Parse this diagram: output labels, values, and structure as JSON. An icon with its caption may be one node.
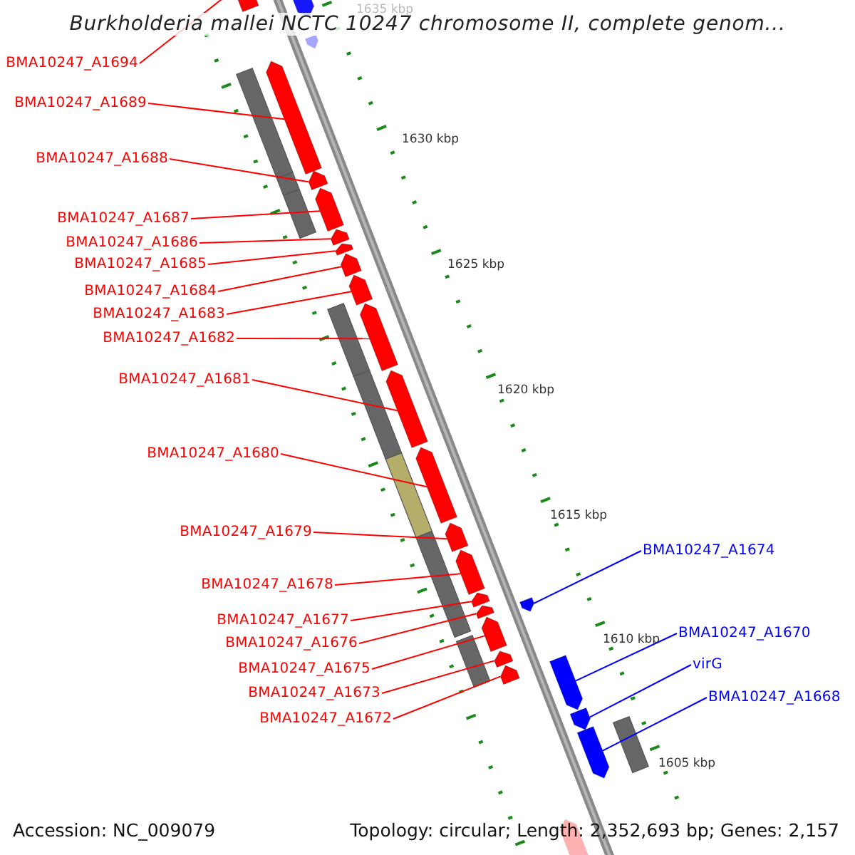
{
  "diagram": {
    "title": "Burkholderia mallei NCTC 10247 chromosome II, complete genom...",
    "nodes": [
      {
        "text": [
          "BMA10247_A1694"
        ]
      },
      {
        "text": [
          "BMA10247_A1689"
        ]
      },
      {
        "text": [
          "BMA10247_A1688"
        ]
      },
      {
        "text": [
          "BMA10247_A1687"
        ]
      },
      {
        "text": [
          "BMA10247_A1686"
        ]
      },
      {
        "text": [
          "BMA10247_A1685"
        ]
      },
      {
        "text": [
          "BMA10247_A1684"
        ]
      },
      {
        "text": [
          "BMA10247_A1683"
        ]
      },
      {
        "text": [
          "BMA10247_A1682"
        ]
      },
      {
        "text": [
          "BMA10247_A1681"
        ]
      },
      {
        "text": [
          "BMA10247_A1680"
        ]
      },
      {
        "text": [
          "BMA10247_A1679"
        ]
      },
      {
        "text": [
          "BMA10247_A1678"
        ]
      },
      {
        "text": [
          "BMA10247_A1677"
        ]
      },
      {
        "text": [
          "BMA10247_A1676"
        ]
      },
      {
        "text": [
          "BMA10247_A1675"
        ]
      },
      {
        "text": [
          "BMA10247_A1673"
        ]
      },
      {
        "text": [
          "BMA10247_A1672"
        ]
      },
      {
        "text": [
          "BMA10247_A1674"
        ]
      },
      {
        "text": [
          "BMA10247_A1670"
        ]
      },
      {
        "text": [
          "virG"
        ]
      },
      {
        "text": [
          "BMA10247_A1668"
        ]
      },
      {
        "text": [],
        "shape": "arrow"
      },
      {
        "text": [],
        "shape": "arrow"
      },
      {
        "text": [],
        "shape": "arrow"
      },
      {
        "text": [],
        "shape": "arrow"
      },
      {
        "text": [],
        "shape": "arrow"
      },
      {
        "text": [],
        "shape": "arrow"
      },
      {
        "text": [],
        "shape": "arrow"
      },
      {
        "text": [],
        "shape": "arrow"
      },
      {
        "text": [],
        "shape": "arrow"
      },
      {
        "text": [],
        "shape": "arrow"
      },
      {
        "text": [],
        "shape": "arrow"
      },
      {
        "text": [],
        "shape": "arrow"
      },
      {
        "text": [],
        "shape": "arrow"
      },
      {
        "text": [],
        "shape": "arrow"
      },
      {
        "text": [],
        "shape": "arrow"
      },
      {
        "text": [],
        "shape": "arrow"
      },
      {
        "text": [],
        "shape": "arrow"
      },
      {
        "text": [],
        "shape": "arrow"
      },
      {
        "text": [],
        "shape": "arrow"
      },
      {
        "text": [],
        "shape": "arrow"
      },
      {
        "text": [],
        "shape": "arrow"
      },
      {
        "text": [],
        "shape": "arrow"
      },
      {
        "text": [],
        "shape": "arrow"
      },
      {
        "text": [],
        "shape": "arrow"
      },
      {
        "text": [],
        "shape": "arrow"
      },
      {
        "text": [],
        "shape": "bar"
      },
      {
        "text": [],
        "shape": "bar"
      },
      {
        "text": [],
        "shape": "bar"
      },
      {
        "text": [],
        "shape": "bar"
      },
      {
        "text": [],
        "shape": "bar"
      },
      {
        "text": [],
        "shape": "bar"
      },
      {
        "text": [],
        "shape": "bar"
      },
      {
        "text": [],
        "shape": "bar"
      },
      {
        "text": [],
        "shape": "bar"
      },
      {
        "text": [],
        "shape": "bar"
      }
    ],
    "edges": [
      {
        "from": 0,
        "to": 22,
        "arrow": "none"
      },
      {
        "from": 1,
        "to": 23,
        "arrow": "none"
      },
      {
        "from": 2,
        "to": 24,
        "arrow": "none"
      },
      {
        "from": 3,
        "to": 25,
        "arrow": "none"
      },
      {
        "from": 4,
        "to": 26,
        "arrow": "none"
      },
      {
        "from": 5,
        "to": 27,
        "arrow": "none"
      },
      {
        "from": 6,
        "to": 28,
        "arrow": "none"
      },
      {
        "from": 7,
        "to": 29,
        "arrow": "none"
      },
      {
        "from": 8,
        "to": 30,
        "arrow": "none"
      },
      {
        "from": 9,
        "to": 31,
        "arrow": "none"
      },
      {
        "from": 10,
        "to": 32,
        "arrow": "none"
      },
      {
        "from": 11,
        "to": 33,
        "arrow": "none"
      },
      {
        "from": 12,
        "to": 34,
        "arrow": "none"
      },
      {
        "from": 13,
        "to": 35,
        "arrow": "none"
      },
      {
        "from": 14,
        "to": 36,
        "arrow": "none"
      },
      {
        "from": 15,
        "to": 37,
        "arrow": "none"
      },
      {
        "from": 16,
        "to": 38,
        "arrow": "none"
      },
      {
        "from": 17,
        "to": 39,
        "arrow": "none"
      },
      {
        "from": 18,
        "to": 40,
        "arrow": "none",
        "color": "#0000ff"
      },
      {
        "from": 19,
        "to": 41,
        "arrow": "none",
        "color": "#0000ff"
      },
      {
        "from": 20,
        "to": 42,
        "arrow": "none",
        "color": "#0000ff"
      },
      {
        "from": 21,
        "to": 43,
        "arrow": "none",
        "color": "#0000ff"
      }
    ],
    "labels": [
      "1635 kbp",
      "1630 kbp",
      "1625 kbp",
      "1620 kbp",
      "1615 kbp",
      "1610 kbp",
      "1605 kbp",
      "Accession: NC_009079",
      "Topology: circular; Length: 2,352,693 bp; Genes: 2,157"
    ]
  }
}
